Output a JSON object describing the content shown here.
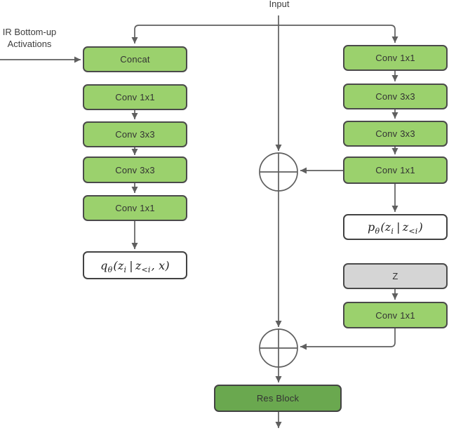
{
  "labels": {
    "input": "Input",
    "side_line1": "IR Bottom-up",
    "side_line2": "Activations"
  },
  "left_column": [
    "Concat",
    "Conv 1x1",
    "Conv 3x3",
    "Conv 3x3",
    "Conv 1x1"
  ],
  "right_column": [
    "Conv 1x1",
    "Conv 3x3",
    "Conv 3x3",
    "Conv 1x1"
  ],
  "right_tail": {
    "z": "Z",
    "conv": "Conv 1x1"
  },
  "bottom": {
    "res_block": "Res Block"
  },
  "formulas": {
    "q": {
      "f": "q",
      "fsub": "θ",
      "open": "(",
      "z1": "z",
      "z1sub": "i",
      "bar": "|",
      "z2": "z",
      "z2sub": "<i",
      "comma": ", ",
      "x": "x",
      "close": ")"
    },
    "p": {
      "f": "p",
      "fsub": "θ",
      "open": "(",
      "z1": "z",
      "z1sub": "i",
      "bar": "|",
      "z2": "z",
      "z2sub": "<i",
      "close": ")"
    }
  },
  "icons": {
    "sum_top": "circled-plus",
    "sum_bottom": "circled-plus"
  },
  "colors": {
    "box_fill": "#9bd16d",
    "box_border": "#4a4a4a",
    "res_fill": "#6aa84f",
    "z_fill": "#d5d5d5",
    "white_fill": "#ffffff",
    "line": "#5f5f5f",
    "text": "#333333"
  }
}
